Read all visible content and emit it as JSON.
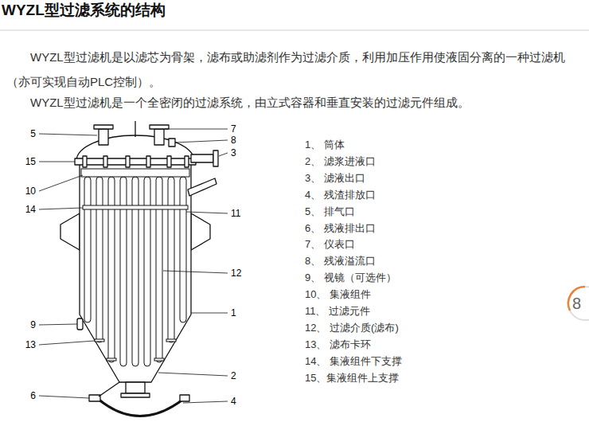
{
  "diagram": {
    "title": "WYZL型过滤系统的结构",
    "labels": [
      "WYZL型过滤机是以滤芯为骨架，滤布或助滤剂作为过滤介质，利用加压作用使液固分离的一种过滤机（亦可实现自动PLC控制）。",
      "WYZL型过滤机是一个全密闭的过滤系统，由立式容器和垂直安装的过滤元件组成。",
      "5",
      "15",
      "10",
      "14",
      "9",
      "13",
      "6",
      "7",
      "8",
      "3",
      "11",
      "12",
      "1",
      "2",
      "4",
      "1、 筒体",
      "2、 滤浆进液口",
      "3、 滤液出口",
      "4、 残渣排放口",
      "5、 排气口",
      "6、 残液排出口",
      "7、 仪表口",
      "8、 残液溢流口",
      "9、 视镜（可选件）",
      "10、 集液组件",
      "11、 过滤元件",
      "12、 过滤介质(滤布)",
      "13、 滤布卡环",
      "14、 集液组件下支撑",
      "15、集液组件上支撑",
      "8"
    ]
  }
}
